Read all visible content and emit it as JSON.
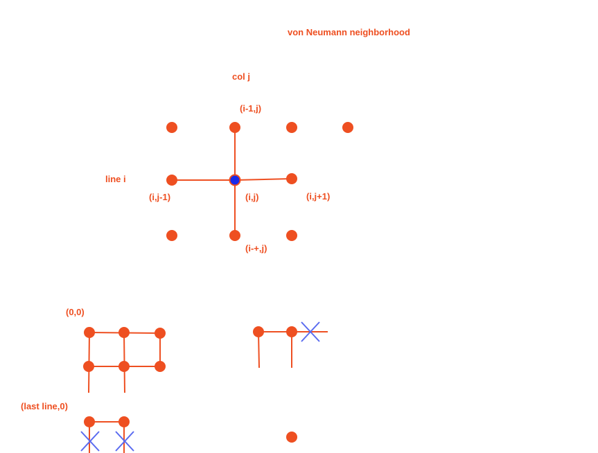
{
  "title": "von Neumann neighborhood",
  "labels": {
    "col_j": "col j",
    "line_i": "line i",
    "up": "(i-1,j)",
    "center": "(i,j)",
    "left": "(i,j-1)",
    "right": "(i,j+1)",
    "down": "(i-+,j)",
    "origin": "(0,0)",
    "last_line": "(last line,0)"
  },
  "colors": {
    "accent": "#EE4F21",
    "center_cell": "#1A2BEA",
    "cross_mark": "#5A6BF0",
    "background": "#FFFFFF"
  }
}
